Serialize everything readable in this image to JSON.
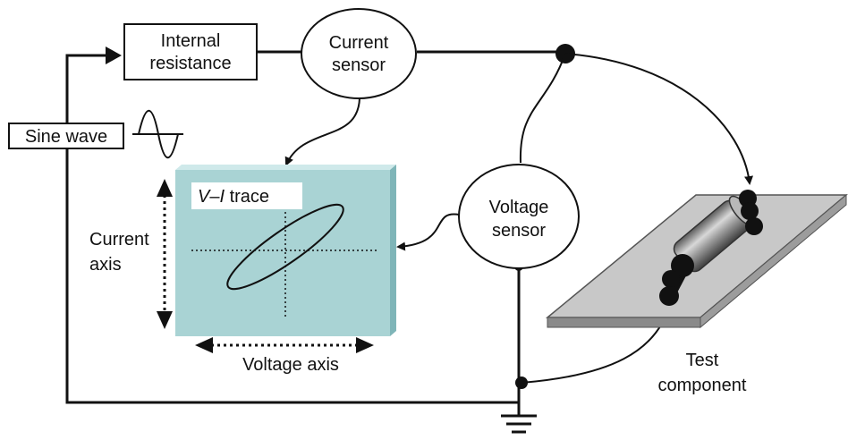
{
  "labels": {
    "sine_wave": "Sine wave",
    "internal_resistance_1": "Internal",
    "internal_resistance_2": "resistance",
    "current_sensor_1": "Current",
    "current_sensor_2": "sensor",
    "voltage_sensor_1": "Voltage",
    "voltage_sensor_2": "sensor",
    "vi_trace_v": "V",
    "vi_trace_dash": "–",
    "vi_trace_i": "I",
    "vi_trace_rest": " trace",
    "current_axis_1": "Current",
    "current_axis_2": "axis",
    "voltage_axis": "Voltage axis",
    "test_component_1": "Test",
    "test_component_2": "component"
  },
  "colors": {
    "line": "#111111",
    "screen_face": "#a9d3d4",
    "screen_edge": "#7fb5b8",
    "board_top": "#c8c8c8",
    "board_edge": "#8a8a8a",
    "component_body": "#9a9a9a"
  }
}
